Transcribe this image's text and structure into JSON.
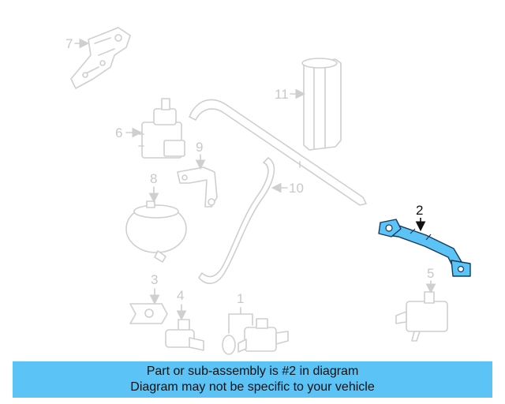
{
  "callouts": {
    "c1": "1",
    "c2": "2",
    "c3": "3",
    "c4": "4",
    "c5": "5",
    "c6": "6",
    "c7": "7",
    "c8": "8",
    "c9": "9",
    "c10": "10",
    "c11": "11"
  },
  "highlight_color": "#5bc3f5",
  "banner": {
    "line1": "Part or sub-assembly is #2 in diagram",
    "line2": "Diagram may not be specific to your vehicle"
  }
}
